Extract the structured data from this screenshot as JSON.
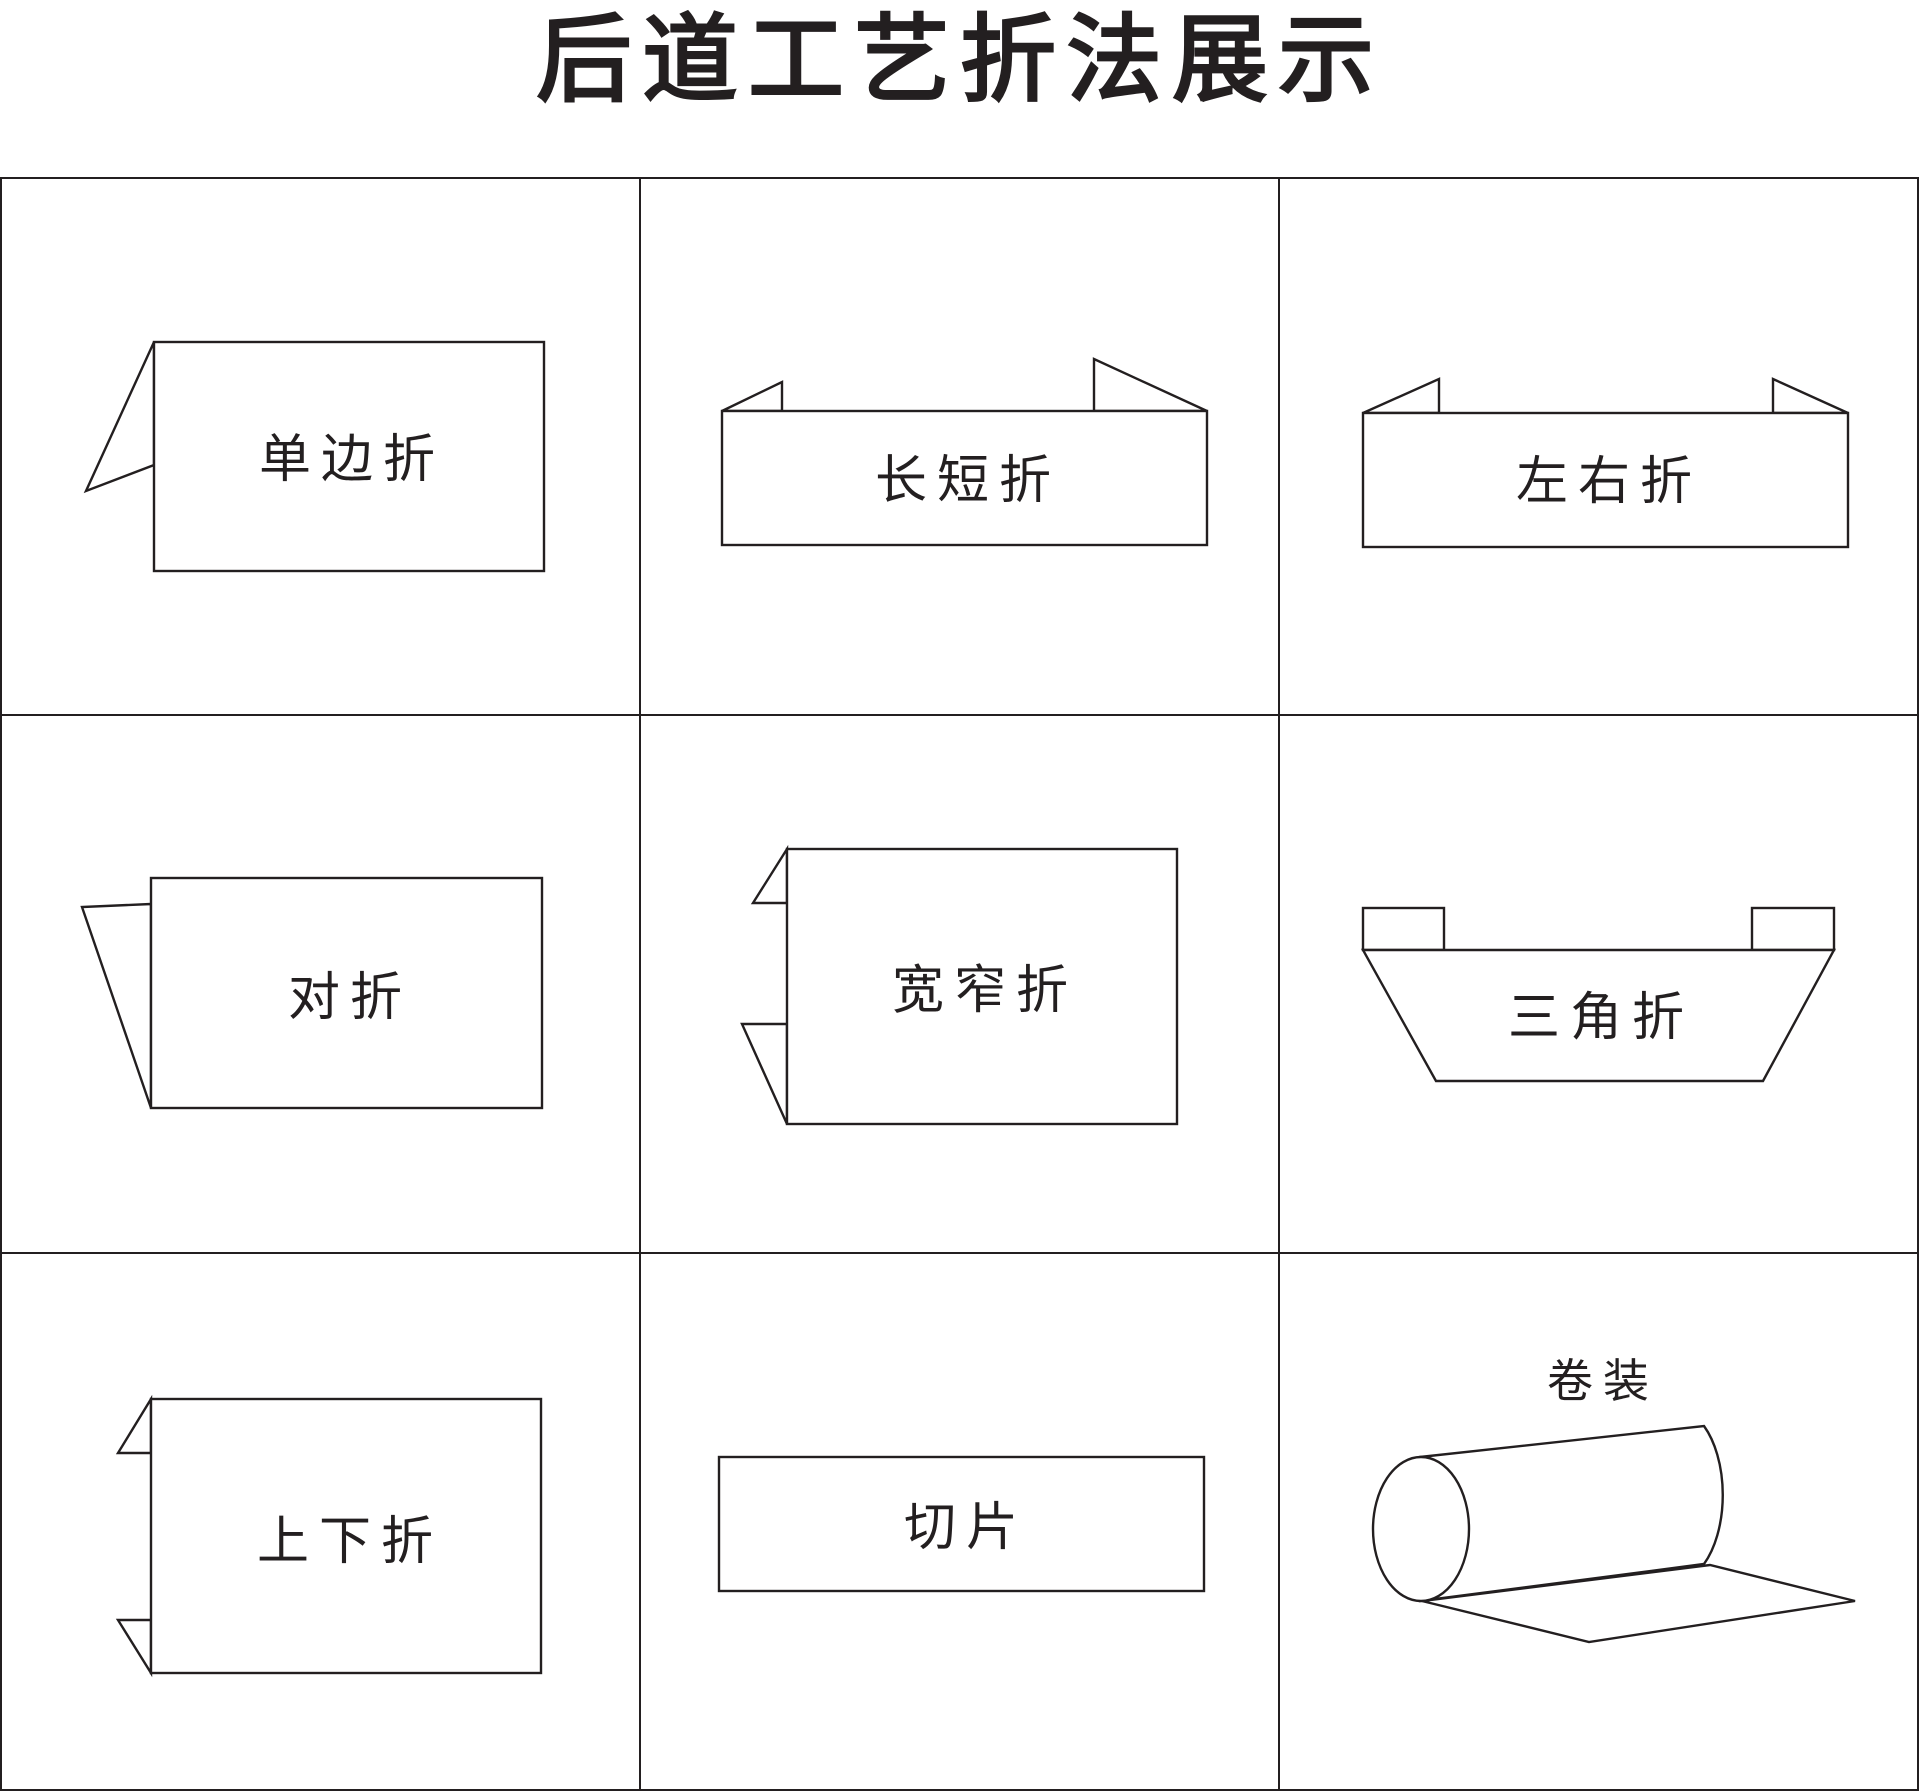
{
  "title": "后道工艺折法展示",
  "folds": [
    {
      "id": "single-edge-fold",
      "label": "单边折"
    },
    {
      "id": "long-short-fold",
      "label": "长短折"
    },
    {
      "id": "left-right-fold",
      "label": "左右折"
    },
    {
      "id": "center-fold",
      "label": "对折"
    },
    {
      "id": "wide-narrow-fold",
      "label": "宽窄折"
    },
    {
      "id": "triangle-fold",
      "label": "三角折"
    },
    {
      "id": "top-bottom-fold",
      "label": "上下折"
    },
    {
      "id": "cut-sheet",
      "label": "切片"
    },
    {
      "id": "roll-pack",
      "label": "卷装"
    }
  ],
  "colors": {
    "line": "#231f20",
    "background": "#ffffff"
  }
}
